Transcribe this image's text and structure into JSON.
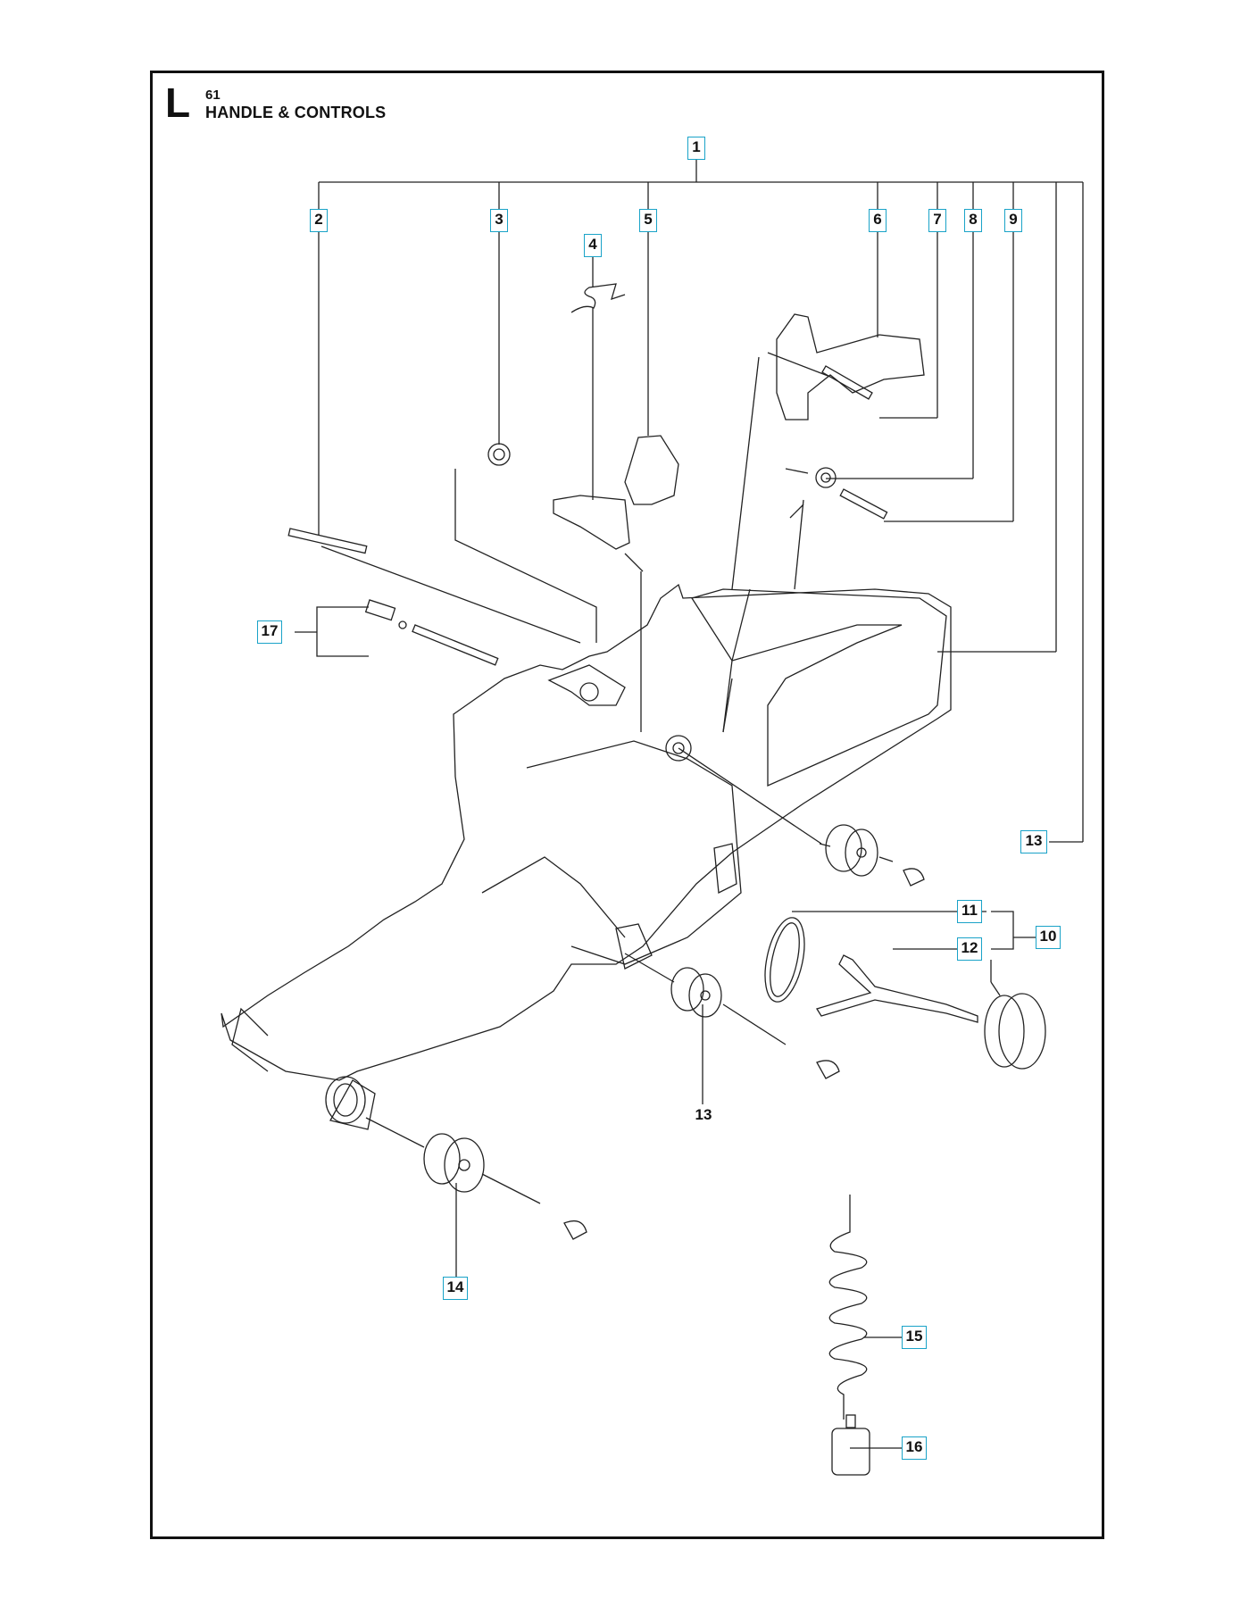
{
  "header": {
    "section_letter": "L",
    "section_number": "61",
    "title": "HANDLE & CONTROLS"
  },
  "callouts": {
    "c1": "1",
    "c2": "2",
    "c3": "3",
    "c4": "4",
    "c5": "5",
    "c6": "6",
    "c7": "7",
    "c8": "8",
    "c9": "9",
    "c10": "10",
    "c11": "11",
    "c12": "12",
    "c13a": "13",
    "c13b": "13",
    "c14": "14",
    "c15": "15",
    "c16": "16",
    "c17": "17"
  },
  "colors": {
    "callout_border": "#1aa3c8",
    "line": "#222222",
    "frame": "#111111"
  }
}
